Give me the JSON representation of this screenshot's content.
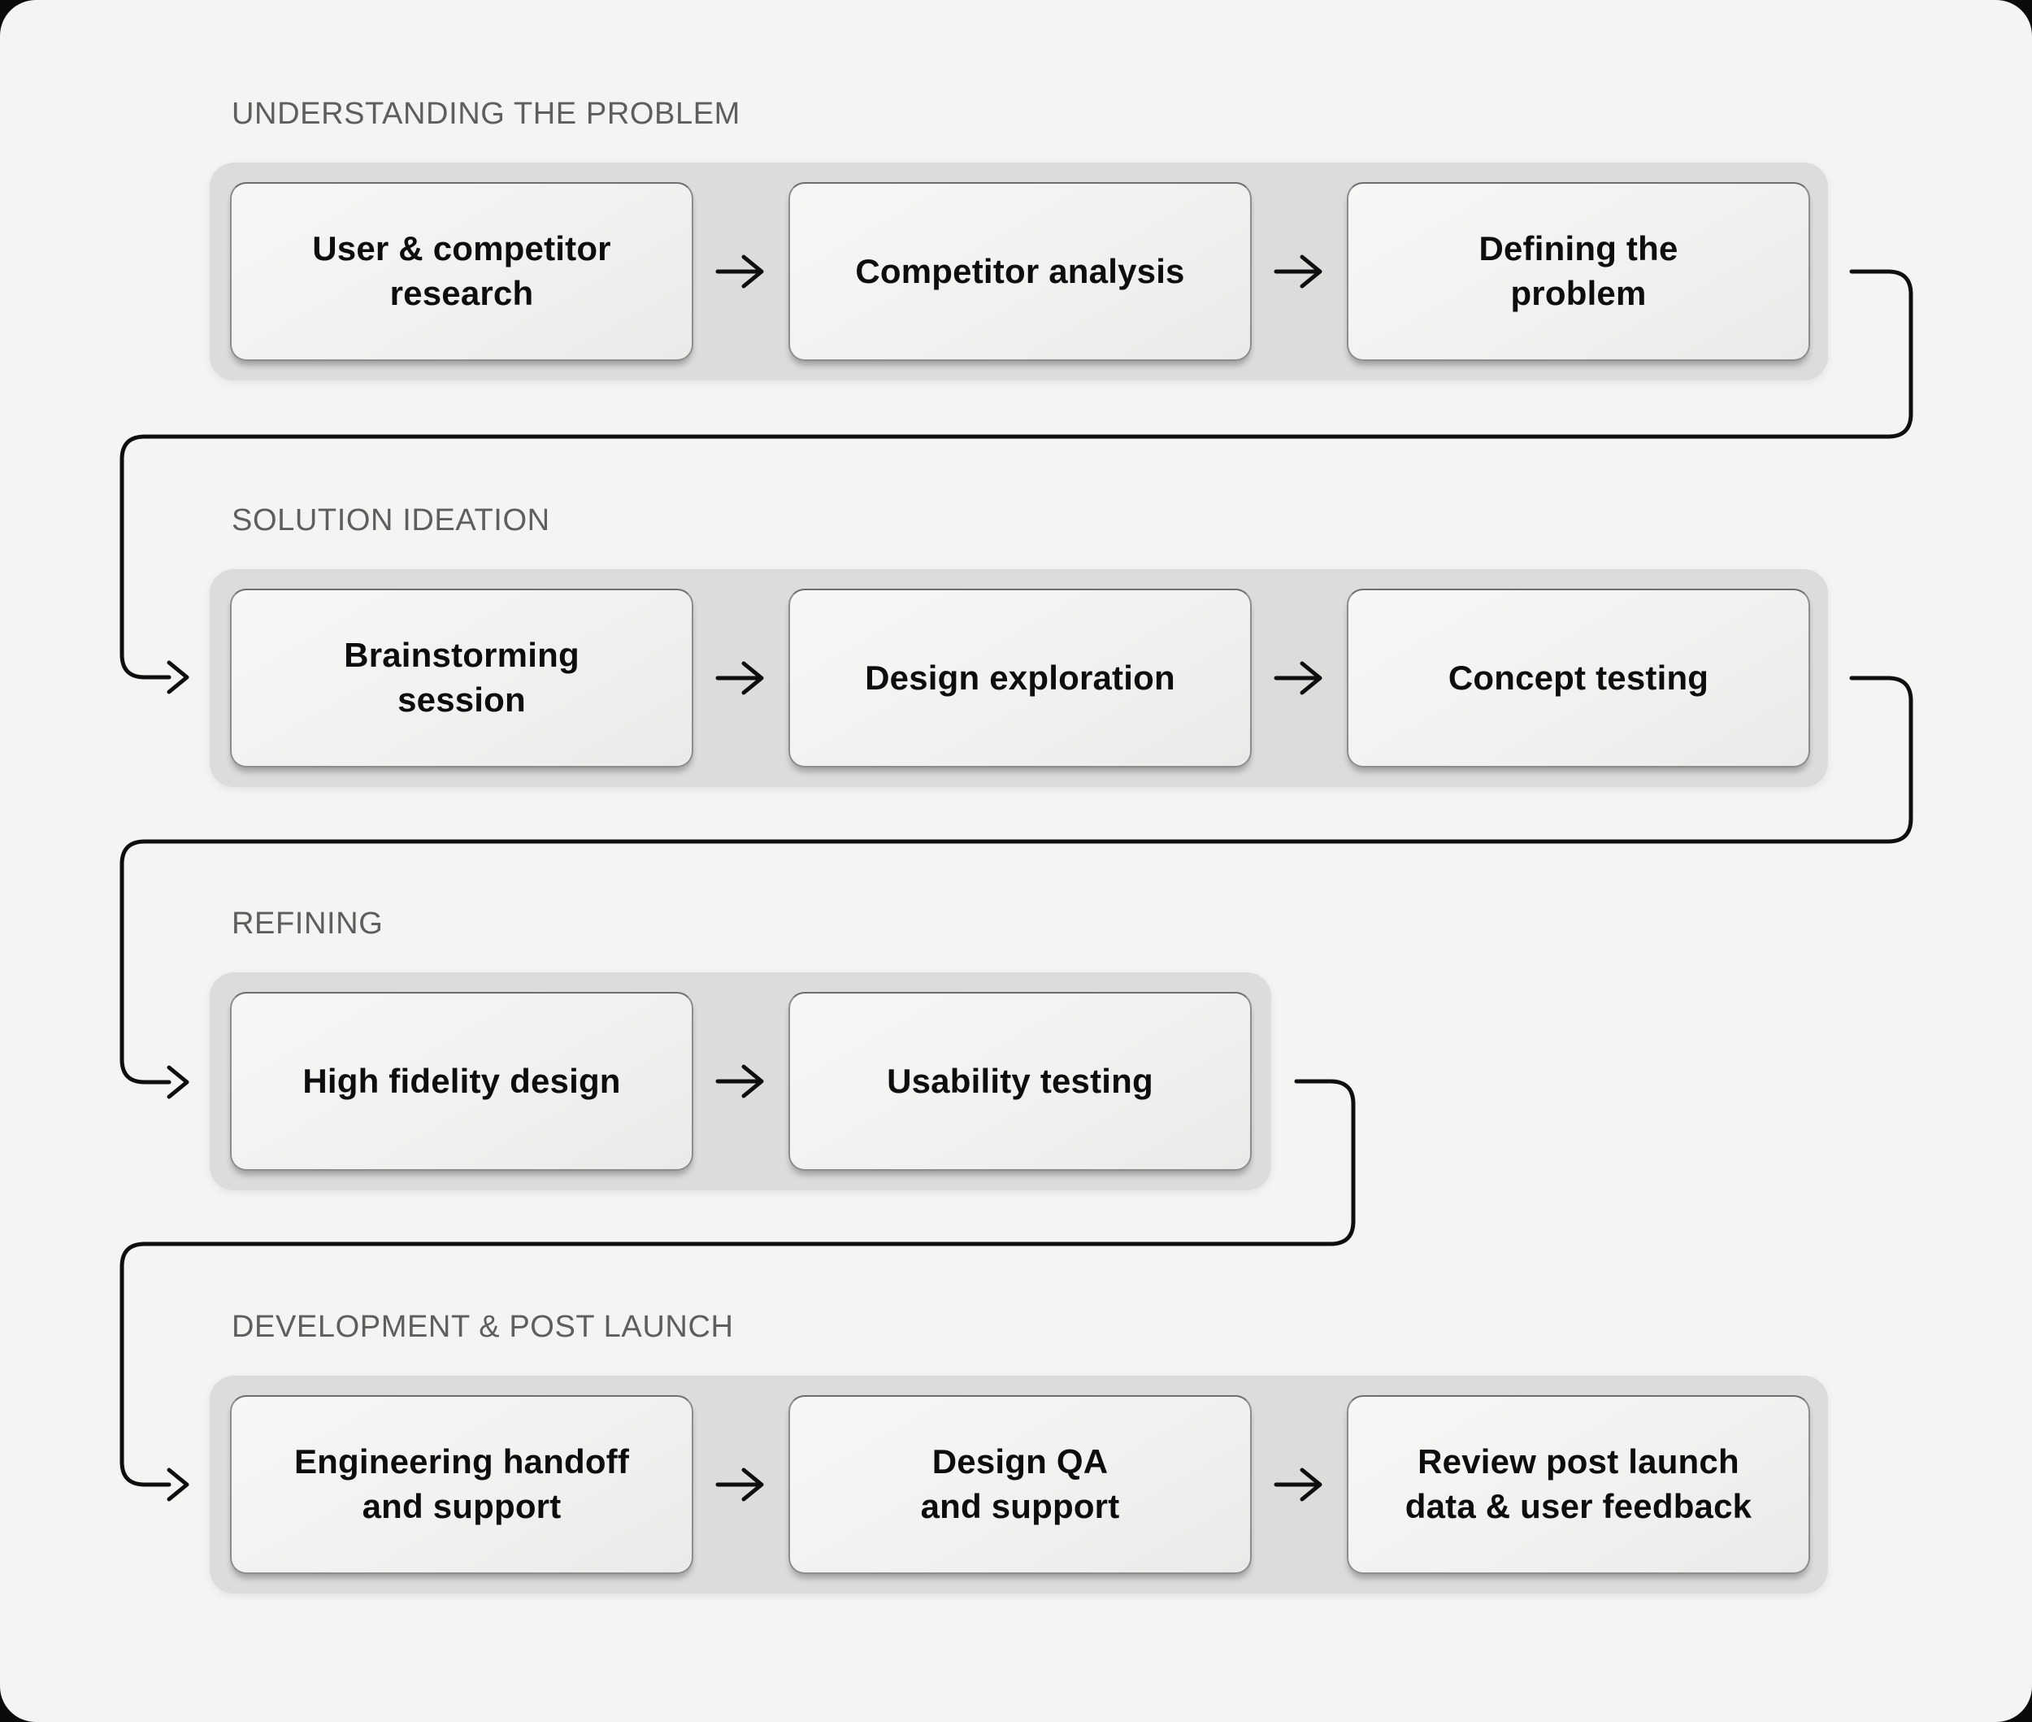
{
  "title": "Design process flowchart",
  "colors": {
    "canvas_background": "#f4f4f3",
    "outer_background": "#0b0b0b",
    "strip_background": "#dcdcdb",
    "node_background": "#f1f1f0",
    "node_border": "#8d8d8c",
    "node_text": "#0d0d0d",
    "section_label_text": "#5e5e5e",
    "connector": "#0e0e0e"
  },
  "icons": {
    "flow_arrow": "→"
  },
  "phases": [
    {
      "label": "UNDERSTANDING THE PROBLEM",
      "boxes": [
        {
          "label": "User & competitor\nresearch"
        },
        {
          "label": "Competitor analysis"
        },
        {
          "label": "Defining the\nproblem"
        }
      ]
    },
    {
      "label": "SOLUTION IDEATION",
      "boxes": [
        {
          "label": "Brainstorming\nsession"
        },
        {
          "label": "Design exploration"
        },
        {
          "label": "Concept testing"
        }
      ]
    },
    {
      "label": "REFINING",
      "boxes": [
        {
          "label": "High fidelity design"
        },
        {
          "label": "Usability testing"
        }
      ]
    },
    {
      "label": "DEVELOPMENT & POST LAUNCH",
      "boxes": [
        {
          "label": "Engineering handoff\nand support"
        },
        {
          "label": "Design QA\nand support"
        },
        {
          "label": "Review post launch\ndata & user feedback"
        }
      ]
    }
  ]
}
